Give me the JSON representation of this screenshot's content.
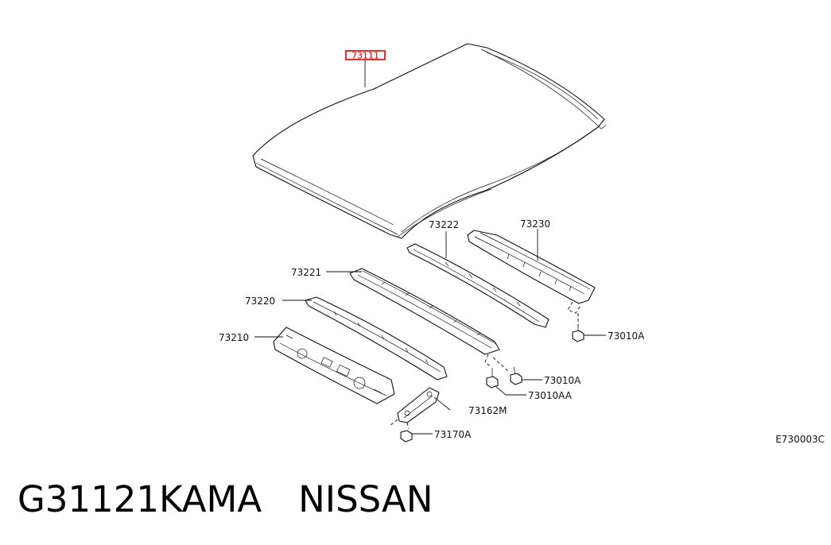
{
  "diagram": {
    "highlighted_part": "73111",
    "parts": [
      {
        "id": "73222",
        "label": "73222"
      },
      {
        "id": "73230",
        "label": "73230"
      },
      {
        "id": "73221",
        "label": "73221"
      },
      {
        "id": "73220",
        "label": "73220"
      },
      {
        "id": "73210",
        "label": "73210"
      },
      {
        "id": "73010A-top",
        "label": "73010A"
      },
      {
        "id": "73010A-mid",
        "label": "73010A"
      },
      {
        "id": "73010AA",
        "label": "73010AA"
      },
      {
        "id": "73162M",
        "label": "73162M"
      },
      {
        "id": "73170A",
        "label": "73170A"
      }
    ],
    "reference_code": "E730003C",
    "highlight_color": "#d40000"
  },
  "footer": {
    "part_number": "G31121KAMA",
    "brand": "NISSAN"
  }
}
